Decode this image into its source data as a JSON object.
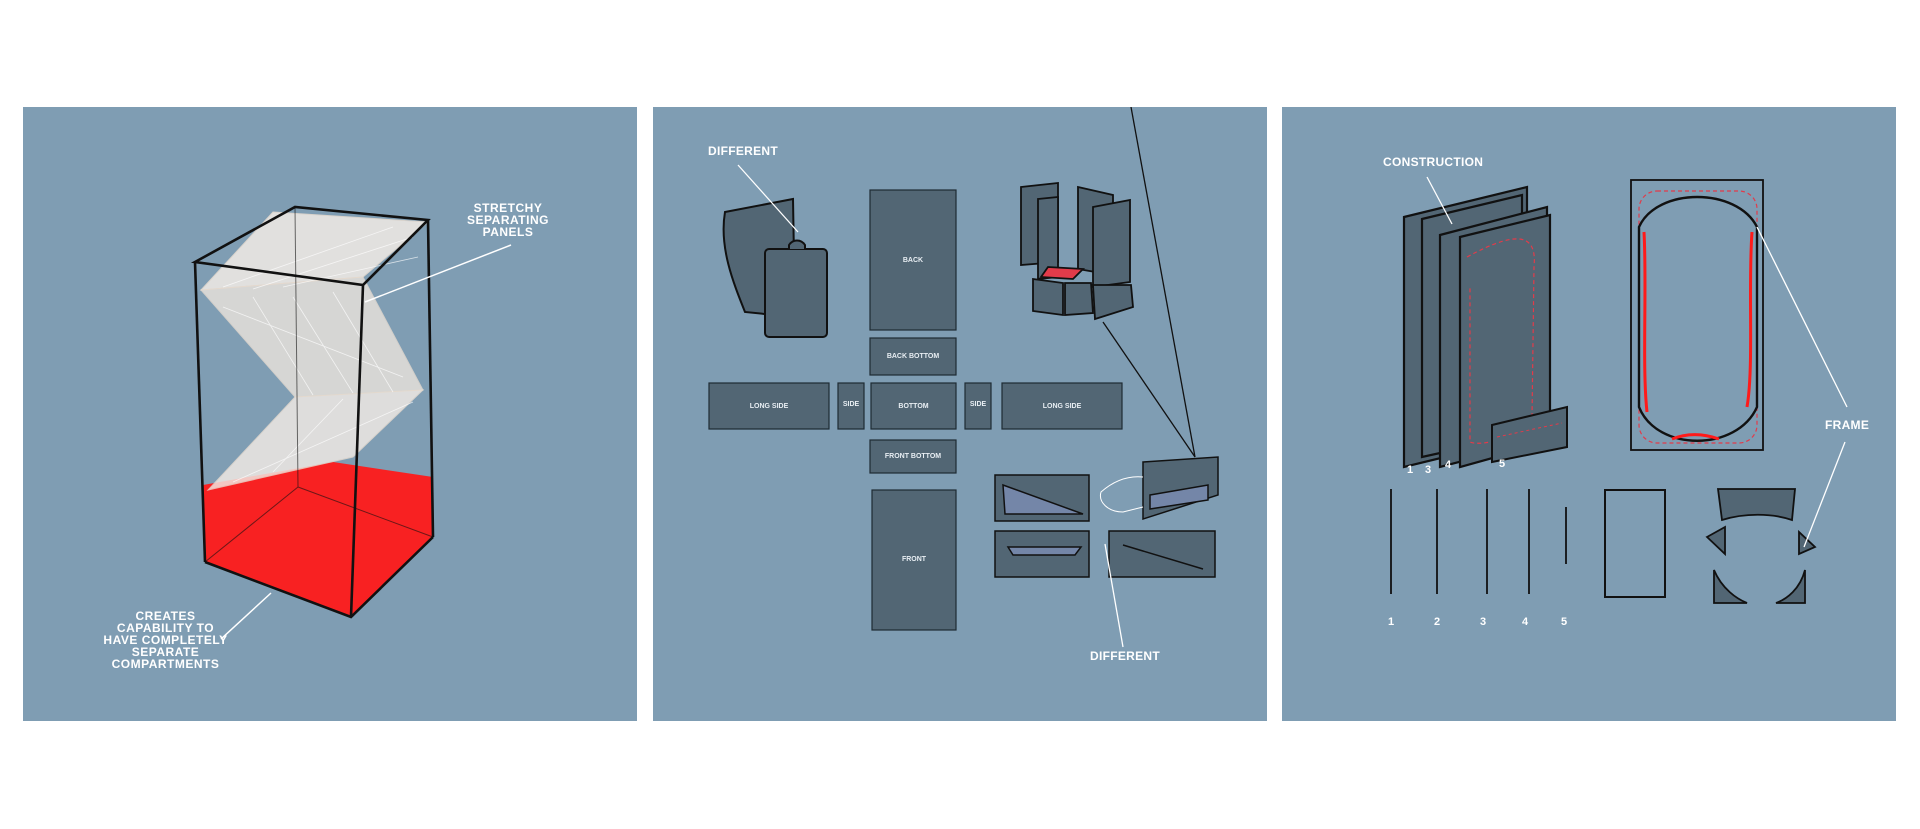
{
  "colors": {
    "panel_bg": "#7f9db3",
    "piece_fill": "#526674",
    "accent_red": "#ff1a1a",
    "outline": "#111111"
  },
  "panel1": {
    "label_panels": "STRETCHY\nSEPARATING\nPANELS",
    "label_compartments": "CREATES\nCAPABILITY TO\nHAVE COMPLETELY\nSEPARATE\nCOMPARTMENTS"
  },
  "panel2": {
    "label_different_top": "DIFFERENT",
    "label_different_bottom": "DIFFERENT",
    "pieces": {
      "back": "BACK",
      "back_bottom": "BACK BOTTOM",
      "long_side_left": "LONG SIDE",
      "side_left": "SIDE",
      "bottom": "BOTTOM",
      "side_right": "SIDE",
      "long_side_right": "LONG SIDE",
      "front_bottom": "FRONT BOTTOM",
      "front": "FRONT"
    }
  },
  "panel3": {
    "label_construction": "CONSTRUCTION",
    "label_frame": "FRAME",
    "top_numbers": [
      "1",
      "3",
      "4",
      "5"
    ],
    "bottom_numbers": [
      "1",
      "2",
      "3",
      "4",
      "5"
    ]
  }
}
